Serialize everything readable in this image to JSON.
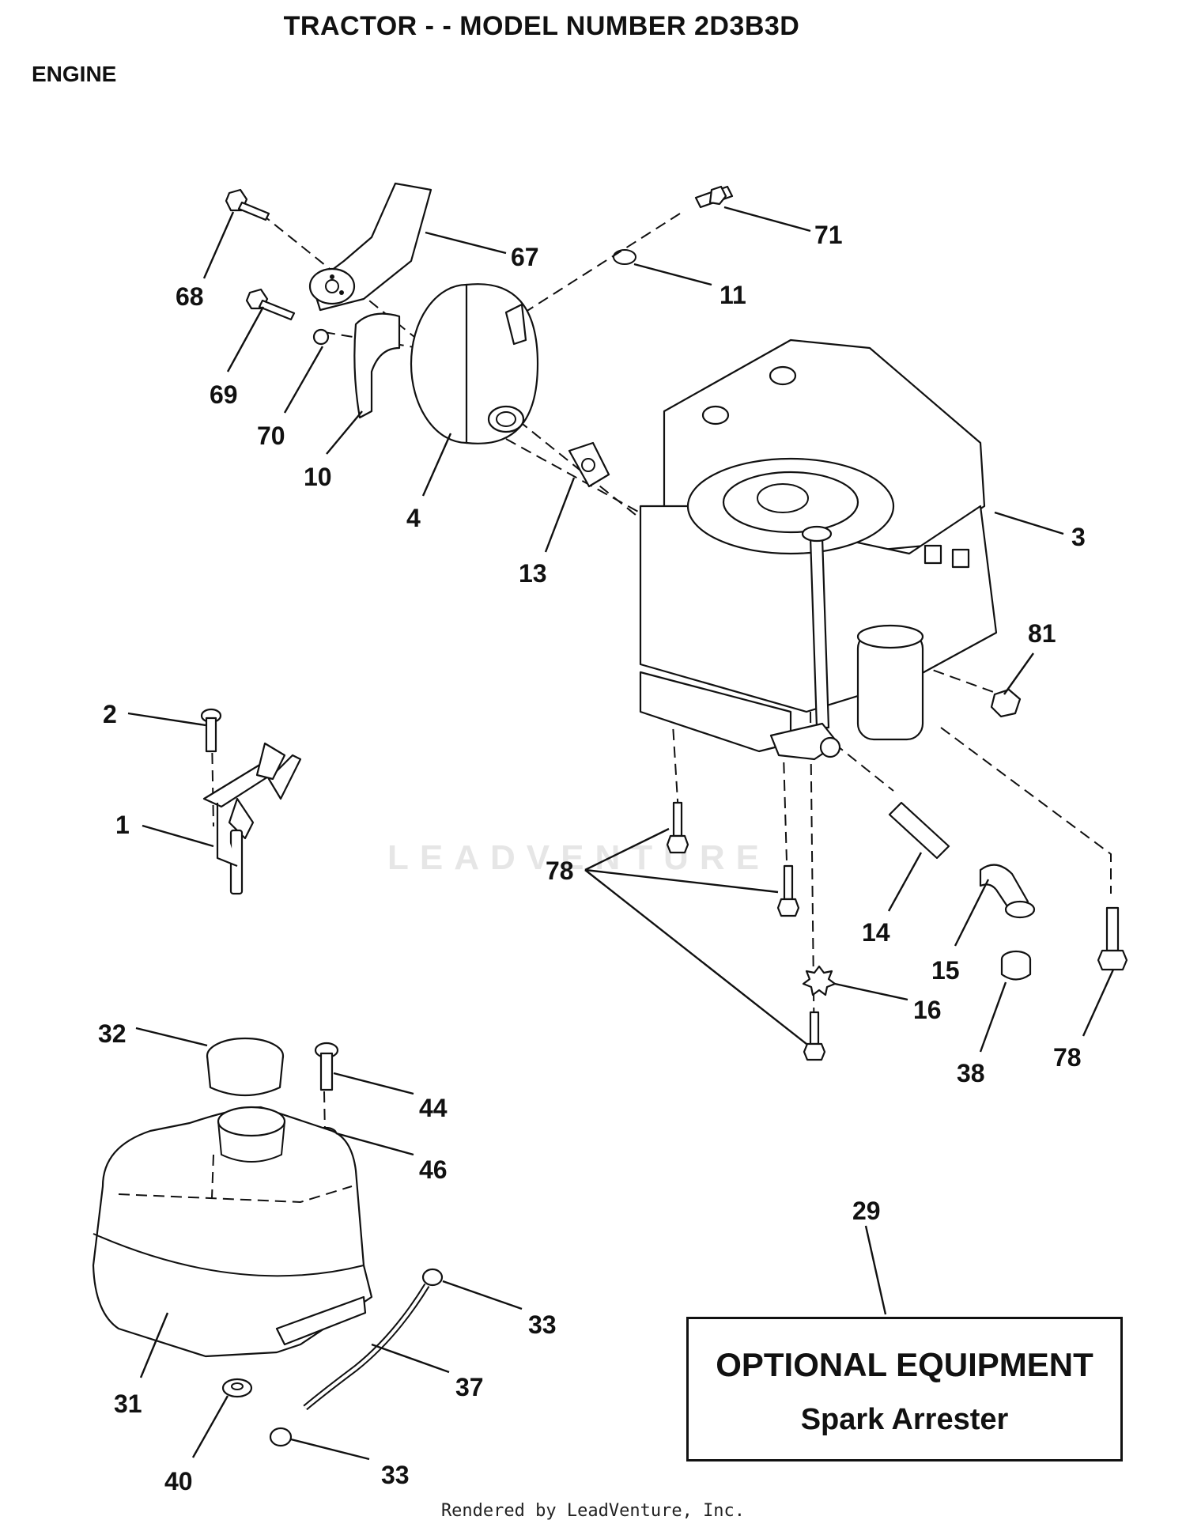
{
  "header": {
    "title": "TRACTOR - - MODEL NUMBER 2D3B3D",
    "section": "ENGINE"
  },
  "watermark": "LEADVENTURE",
  "optional_box": {
    "title": "OPTIONAL EQUIPMENT",
    "item": "Spark Arrester",
    "callout": "29"
  },
  "callouts": [
    "68",
    "67",
    "71",
    "11",
    "69",
    "70",
    "10",
    "4",
    "13",
    "3",
    "81",
    "2",
    "1",
    "78",
    "14",
    "15",
    "16",
    "38",
    "78",
    "32",
    "44",
    "46",
    "33",
    "37",
    "31",
    "40",
    "33",
    "29"
  ],
  "footer": "Rendered by LeadVenture, Inc."
}
